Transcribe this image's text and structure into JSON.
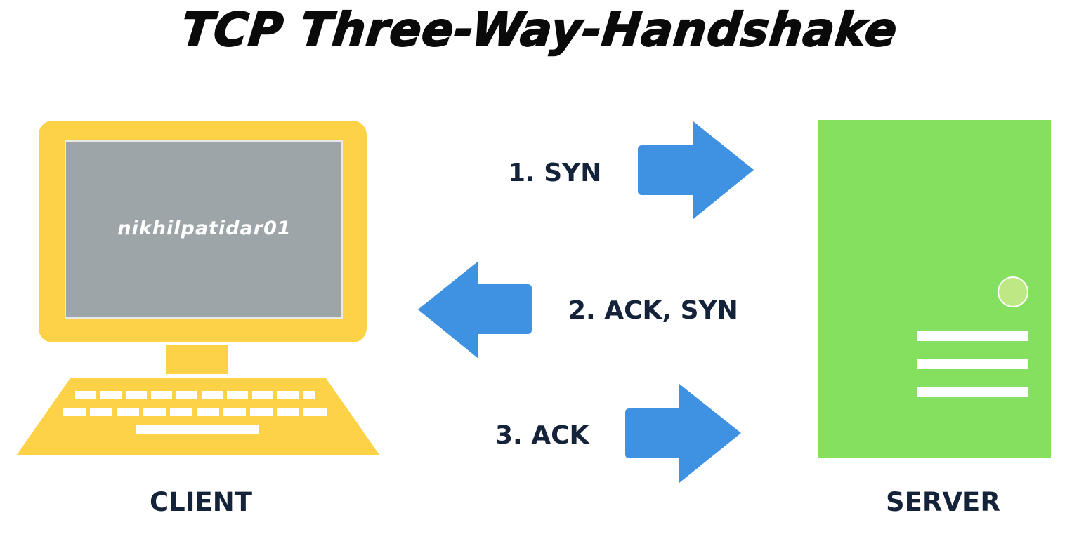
{
  "title": "TCP  Three-Way-Handshake",
  "client": {
    "label": "CLIENT",
    "screen_text": "nikhilpatidar01"
  },
  "server": {
    "label": "SERVER"
  },
  "steps": [
    {
      "label": "1. SYN",
      "direction": "client-to-server"
    },
    {
      "label": "2. ACK, SYN",
      "direction": "server-to-client"
    },
    {
      "label": "3. ACK",
      "direction": "client-to-server"
    }
  ],
  "colors": {
    "client_body": "#FDD247",
    "client_screen": "#9EA5A8",
    "server_body": "#86E060",
    "server_led": "#BDE884",
    "arrow": "#3F92E2",
    "label_text": "#14233A"
  }
}
